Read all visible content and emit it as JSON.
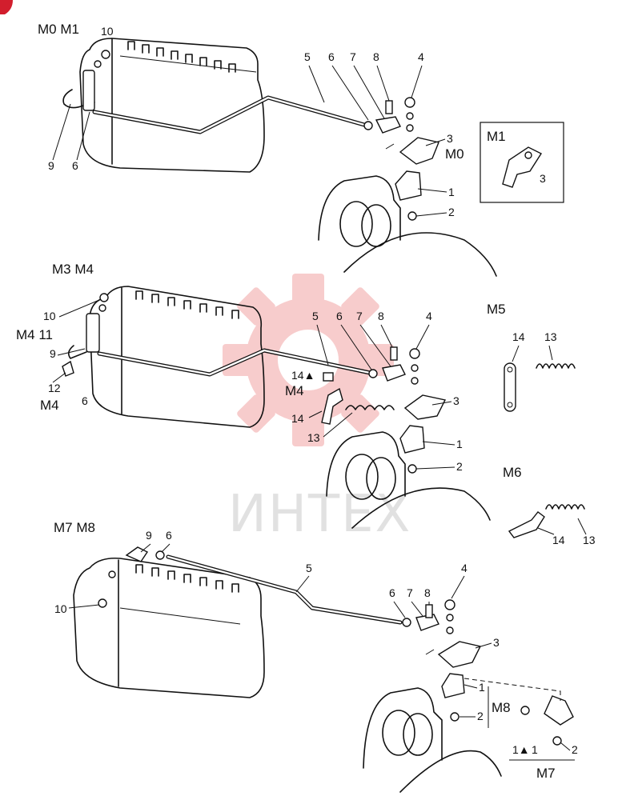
{
  "watermark": {
    "text": "ИНТЕХ",
    "color": "#f2a3a3"
  },
  "panels": {
    "top": {
      "title": "M0  M1",
      "callouts": [
        "10",
        "5",
        "6",
        "7",
        "8",
        "4",
        "3",
        "M0",
        "1",
        "2",
        "9",
        "6"
      ],
      "inset": {
        "title": "M1",
        "callout": "3"
      }
    },
    "middle": {
      "title": "M3  M4",
      "callouts": [
        "10",
        "M4 11",
        "9",
        "12",
        "M4",
        "6",
        "5",
        "6",
        "7",
        "8",
        "4",
        "14▲",
        "M4",
        "3",
        "14",
        "13",
        "1",
        "2"
      ],
      "m5": {
        "title": "M5",
        "callouts": [
          "14",
          "13"
        ]
      },
      "m6": {
        "title": "M6",
        "callouts": [
          "14",
          "13"
        ]
      }
    },
    "bottom": {
      "title": "M7  M8",
      "callouts": [
        "9",
        "6",
        "5",
        "10",
        "4",
        "6",
        "7",
        "8",
        "3",
        "1",
        "2",
        "M8",
        "1▲",
        "1",
        "2",
        "M7"
      ]
    }
  }
}
